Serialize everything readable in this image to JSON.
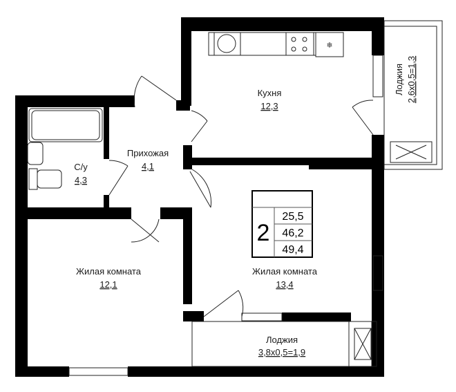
{
  "rooms": {
    "kitchen": {
      "name": "Кухня",
      "area": "12,3"
    },
    "hallway": {
      "name": "Прихожая",
      "area": "4,1"
    },
    "bathroom": {
      "name": "С/у",
      "area": "4,3"
    },
    "living_left": {
      "name": "Жилая комната",
      "area": "12,1"
    },
    "living_right": {
      "name": "Жилая комната",
      "area": "13,4"
    },
    "loggia_bottom": {
      "name": "Лоджия",
      "area": "3,8х0,5=1,9"
    },
    "loggia_right": {
      "name": "Лоджия",
      "area": "2,6х0,5=1,3"
    }
  },
  "summary": {
    "rooms_count": "2",
    "living_area": "25,5",
    "total_area": "46,2",
    "total_with_loggia": "49,4"
  }
}
